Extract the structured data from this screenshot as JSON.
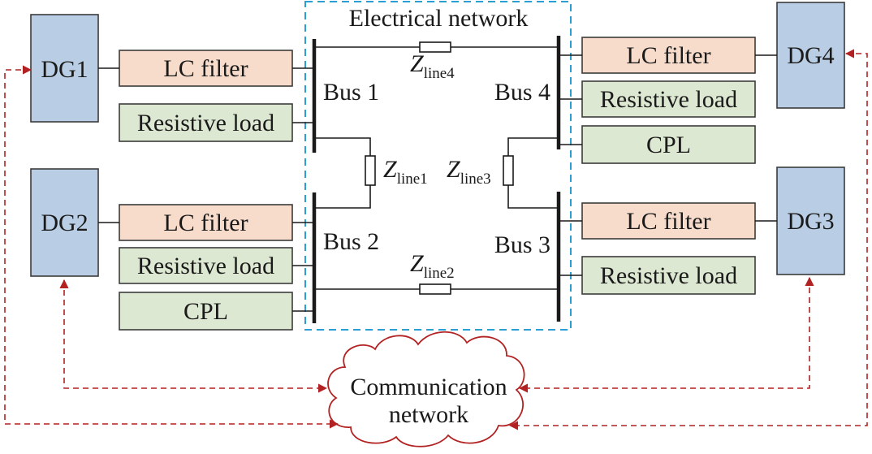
{
  "network": {
    "title": "Electrical network",
    "border_color": "#2a9fd6"
  },
  "generators": {
    "dg1": "DG1",
    "dg2": "DG2",
    "dg3": "DG3",
    "dg4": "DG4"
  },
  "buses": {
    "bus1": "Bus 1",
    "bus2": "Bus 2",
    "bus3": "Bus 3",
    "bus4": "Bus 4"
  },
  "components": {
    "lc_filter": "LC filter",
    "resistive_load": "Resistive load",
    "cpl": "CPL"
  },
  "lines": {
    "symbol": "Z",
    "line1": "line1",
    "line2": "line2",
    "line3": "line3",
    "line4": "line4"
  },
  "communication": {
    "line1": "Communication",
    "line2": "network",
    "color": "#b22222"
  },
  "colors": {
    "dg_fill": "#b9cde4",
    "lc_fill": "#f7dccb",
    "load_fill": "#dde8d2"
  }
}
